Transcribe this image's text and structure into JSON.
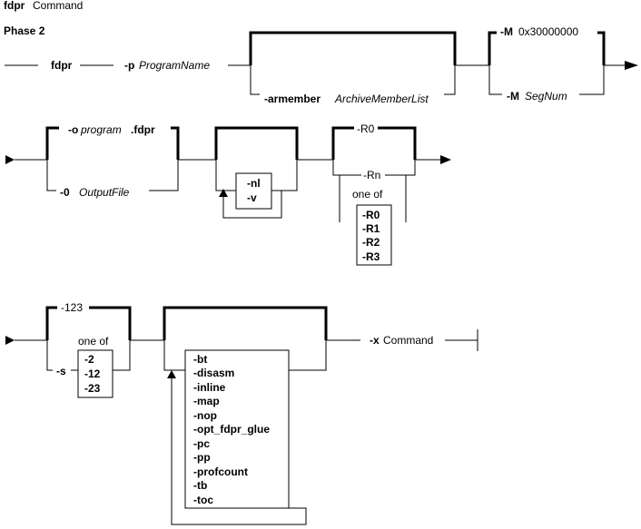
{
  "header": {
    "cmd": "fdpr",
    "cmd_suffix": "Command",
    "phase": "Phase 2"
  },
  "row1": {
    "fdpr": "fdpr",
    "p_flag": "-p",
    "p_arg": "ProgramName",
    "armember_flag": "-armember",
    "armember_arg": "ArchiveMemberList",
    "m_default_flag": "-M",
    "m_default_val": "0x30000000",
    "m_flag": "-M",
    "m_arg": "SegNum"
  },
  "row2": {
    "o_default_flag": "-o",
    "o_default_prog": "program",
    "o_default_ext": ".fdpr",
    "o_flag": "-0",
    "o_arg": "OutputFile",
    "nl": "-nl",
    "v": "-v",
    "r_default": "-R0",
    "rn": "-Rn",
    "oneof": "one of",
    "r_options": [
      "-R0",
      "-R1",
      "-R2",
      "-R3"
    ]
  },
  "row3": {
    "s_default": "-123",
    "oneof": "one of",
    "s_flag": "-s",
    "s_options": [
      "-2",
      "-12",
      "-23"
    ],
    "opts": [
      "-bt",
      "-disasm",
      "-inline",
      "-map",
      "-nop",
      "-opt_fdpr_glue",
      "-pc",
      "-pp",
      "-profcount",
      "-tb",
      "-toc"
    ],
    "x_flag": "-x",
    "x_arg": "Command"
  }
}
